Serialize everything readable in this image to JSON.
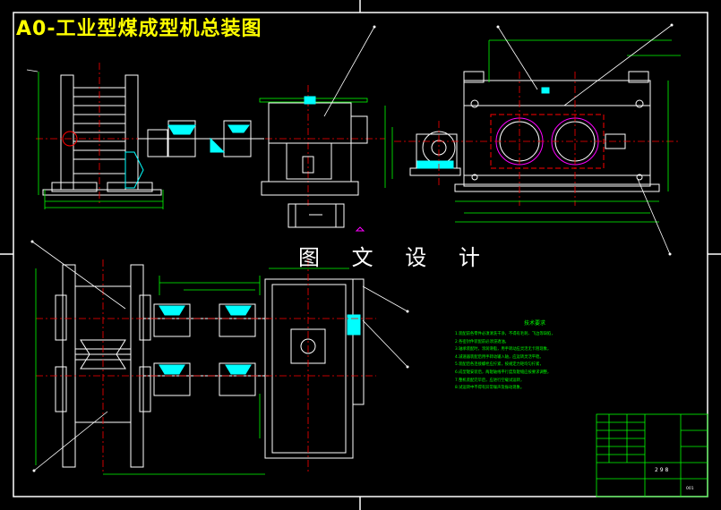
{
  "drawing": {
    "title": "A0-工业型煤成型机总装图",
    "watermark": "图 文 设 计",
    "technical_requirements": {
      "heading": "技术要求",
      "lines": [
        "1.装配前各零件必须清洗干净，不得有毛刺、飞边等缺陷，",
        "2.各密封件装配前必须浸透油。",
        "3.轴承装配时，涂润滑脂，用手转动应灵活无卡阻现象，",
        "4.减速器装配后用手转动输入轴，应运转灵活平稳。",
        "5.装配后各连接螺栓应拧紧，按规定力矩均匀拧紧，",
        "6.成型辊安装后，两辊轴线平行度及辊缝应按要求调整，",
        "7.整机装配完毕后，应进行空载试运转，",
        "8.试运转中不得有异常噪声及振动现象。"
      ]
    },
    "title_block": {
      "drawing_number": "2 9 8",
      "code": "001"
    }
  },
  "colors": {
    "background": "#000000",
    "outline": "#ffffff",
    "dimension": "#00ff00",
    "centerline": "#ff0000",
    "hidden": "#ff00ff",
    "highlight": "#00ffff",
    "title": "#ffff00"
  }
}
